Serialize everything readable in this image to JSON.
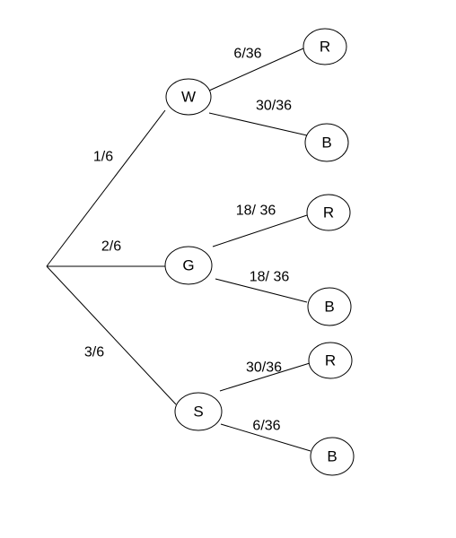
{
  "tree": {
    "root": {
      "id": "root"
    },
    "level1": [
      {
        "id": "W",
        "label": "W",
        "probability": "1/6"
      },
      {
        "id": "G",
        "label": "G",
        "probability": "2/6"
      },
      {
        "id": "S",
        "label": "S",
        "probability": "3/6"
      }
    ],
    "level2": {
      "W": [
        {
          "id": "W-R",
          "label": "R",
          "probability": "6/36"
        },
        {
          "id": "W-B",
          "label": "B",
          "probability": "30/36"
        }
      ],
      "G": [
        {
          "id": "G-R",
          "label": "R",
          "probability": "18/ 36"
        },
        {
          "id": "G-B",
          "label": "B",
          "probability": "18/ 36"
        }
      ],
      "S": [
        {
          "id": "S-R",
          "label": "R",
          "probability": "30/36"
        },
        {
          "id": "S-B",
          "label": "B",
          "probability": "6/36"
        }
      ]
    }
  }
}
